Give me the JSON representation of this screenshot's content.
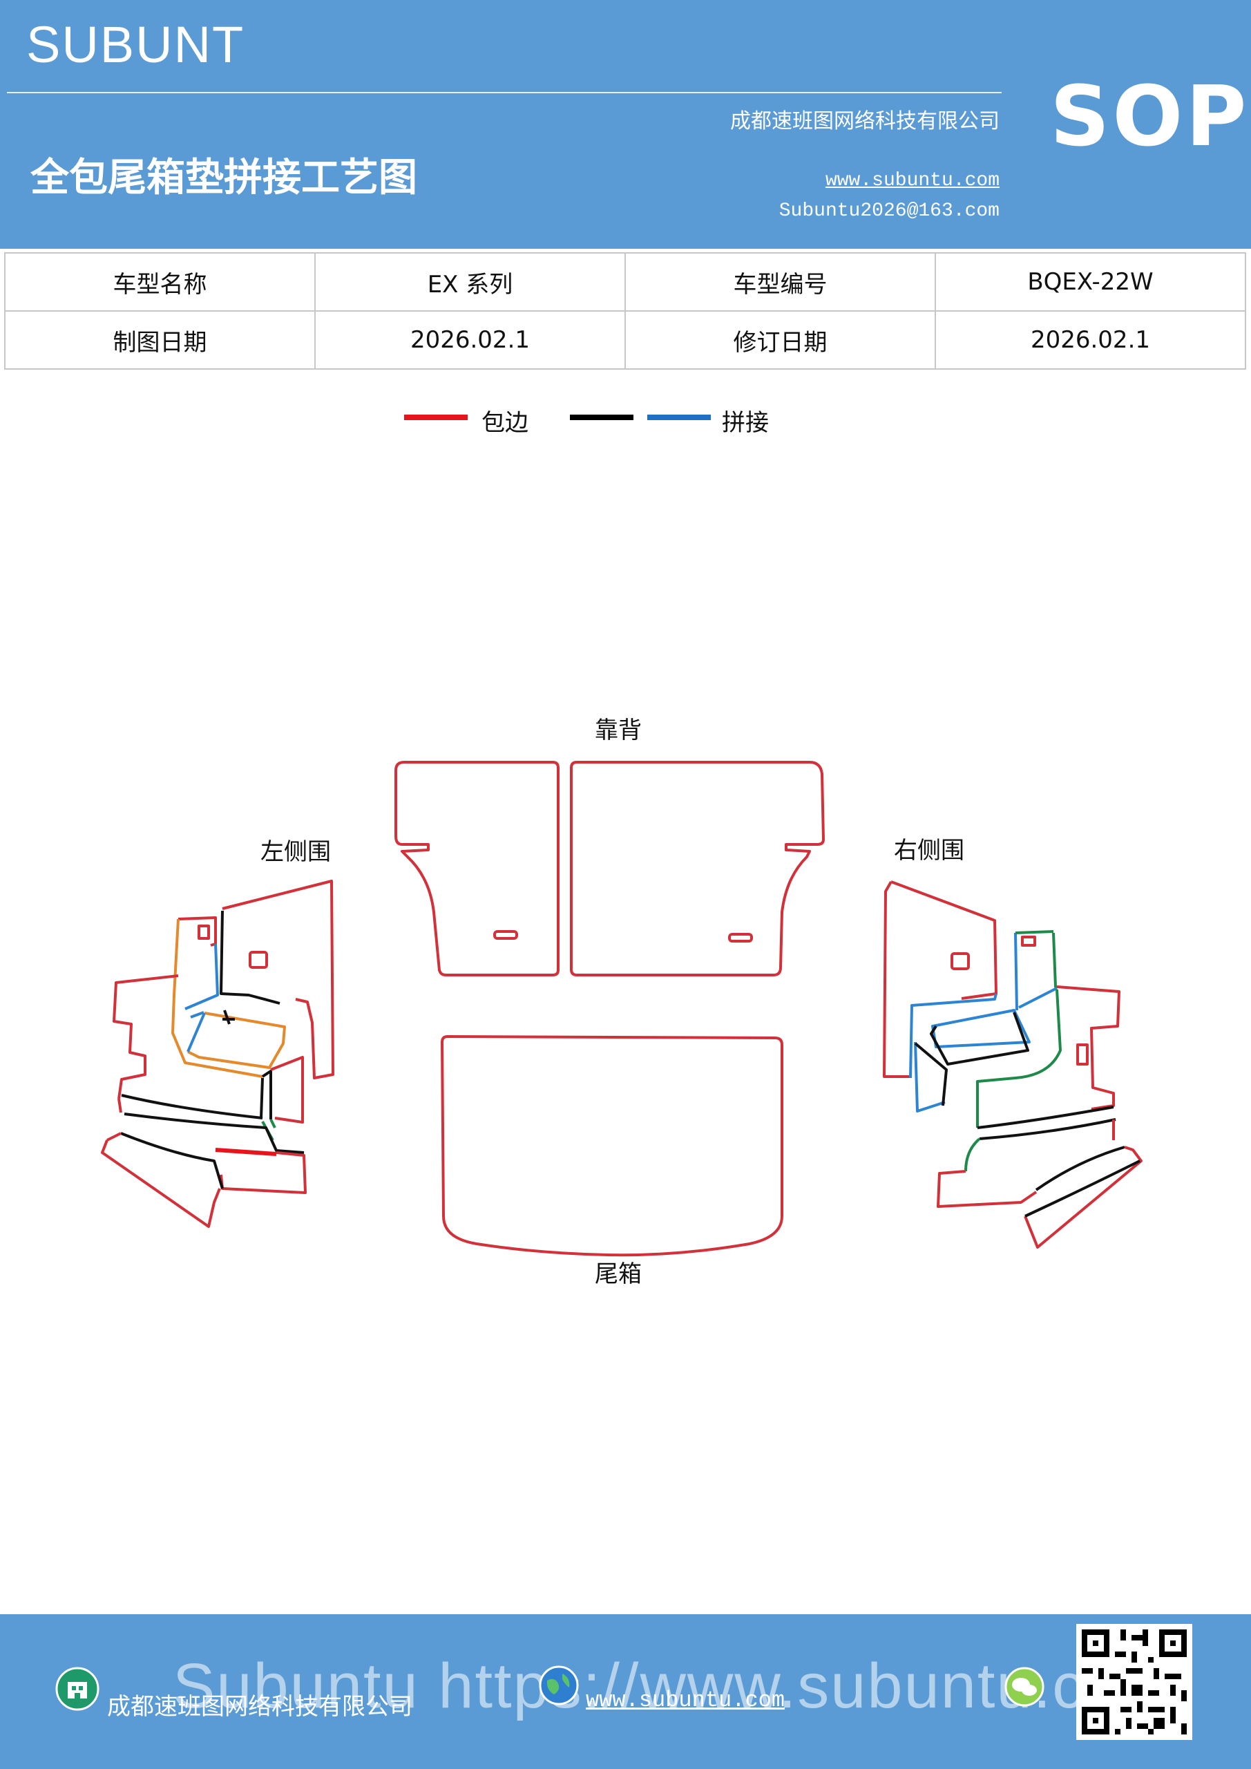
{
  "header": {
    "brand": "SUBUNT",
    "badge": "SOP",
    "title": "全包尾箱垫拼接工艺图",
    "company": "成都速班图网络科技有限公司",
    "website": "www.subuntu.com",
    "email": "Subuntu2026@163.com",
    "background_color": "#5b9bd5"
  },
  "info_table": {
    "rows": [
      [
        "车型名称",
        "EX 系列",
        "车型编号",
        "BQEX-22W"
      ],
      [
        "制图日期",
        "2026.02.1",
        "修订日期",
        "2026.02.1"
      ]
    ]
  },
  "legend": {
    "items": [
      {
        "label": "包边",
        "colors": [
          "#e8141c"
        ]
      },
      {
        "label": "拼接",
        "colors": [
          "#000000",
          "#1f6fc6"
        ]
      }
    ]
  },
  "diagram": {
    "labels": {
      "backrest": "靠背",
      "left_side": "左侧围",
      "right_side": "右侧围",
      "trunk": "尾箱"
    },
    "colors": {
      "edge": "#d2313a",
      "seam_black": "#111111",
      "seam_blue": "#2d84d2",
      "seam_orange": "#e48a2c",
      "seam_green": "#1e8a4a"
    }
  },
  "footer": {
    "company": "成都速班图网络科技有限公司",
    "website": "www.subuntu.com",
    "watermark": "Subuntu https://www.subuntu.com",
    "qr_icon": "qr-code"
  }
}
